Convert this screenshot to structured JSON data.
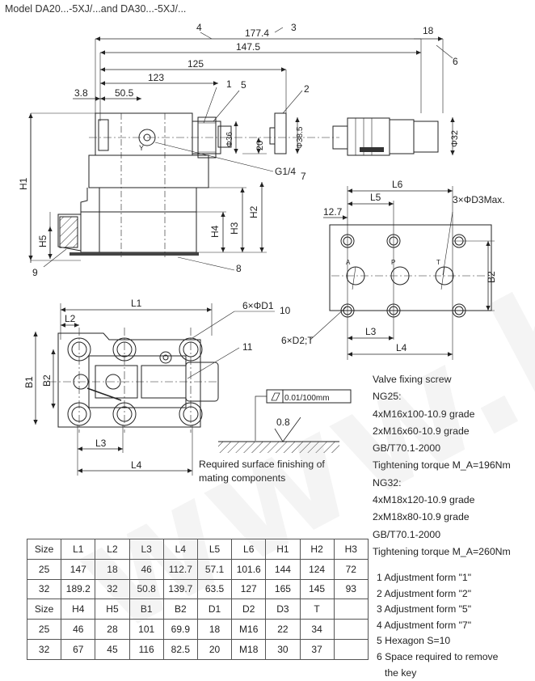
{
  "title": "Model DA20...-5XJ/...and DA30...-5XJ/...",
  "watermark": "www.hy",
  "side_view": {
    "dims": [
      "177.4",
      "147.5",
      "125",
      "123",
      "50.5",
      "3.8",
      "18",
      "20"
    ],
    "diameters": [
      "Φ36",
      "Φ38.5",
      "Φ32"
    ],
    "port_label": "Y",
    "thread": "G1/4",
    "heights": [
      "H1",
      "H2",
      "H3",
      "H4",
      "H5"
    ],
    "callouts": [
      "1",
      "2",
      "3",
      "4",
      "5",
      "6",
      "7",
      "8",
      "9"
    ]
  },
  "top_view": {
    "dims": [
      "L1",
      "L2",
      "L3",
      "L4",
      "B1",
      "B2"
    ],
    "hole_label": "6×ΦD1",
    "callouts": [
      "10",
      "11"
    ]
  },
  "surface": {
    "flatness": "0.01/100mm",
    "roughness": "0.8",
    "caption": [
      "Required surface finishing of",
      "mating components"
    ]
  },
  "pattern": {
    "dims": [
      "L6",
      "L5",
      "12.7",
      "L3",
      "L4",
      "B2"
    ],
    "hole_note": "3×ΦD3Max.",
    "thread_note": "6×D2;T",
    "port_labels": [
      "A",
      "P",
      "T"
    ]
  },
  "notes": [
    "Valve fixing screw",
    "NG25:",
    "4xM16x100-10.9 grade",
    "2xM16x60-10.9 grade",
    "GB/T70.1-2000",
    "Tightening torque M_A=196Nm",
    "NG32:",
    "4xM18x120-10.9 grade",
    "2xM18x80-10.9 grade",
    "GB/T70.1-2000",
    "Tightening torque M_A=260Nm"
  ],
  "legend": [
    "1 Adjustment form \"1\"",
    "2 Adjustment form \"2\"",
    "3 Adjustment form \"5\"",
    "4 Adjustment form \"7\"",
    "5 Hexagon S=10",
    "6 Space required to remove",
    "the key"
  ],
  "table": {
    "rows": [
      [
        "Size",
        "L1",
        "L2",
        "L3",
        "L4",
        "L5",
        "L6",
        "H1",
        "H2",
        "H3"
      ],
      [
        "25",
        "147",
        "18",
        "46",
        "112.7",
        "57.1",
        "101.6",
        "144",
        "124",
        "72"
      ],
      [
        "32",
        "189.2",
        "32",
        "50.8",
        "139.7",
        "63.5",
        "127",
        "165",
        "145",
        "93"
      ],
      [
        "Size",
        "H4",
        "H5",
        "B1",
        "B2",
        "D1",
        "D2",
        "D3",
        "T",
        ""
      ],
      [
        "25",
        "46",
        "28",
        "101",
        "69.9",
        "18",
        "M16",
        "22",
        "34",
        ""
      ],
      [
        "32",
        "67",
        "45",
        "116",
        "82.5",
        "20",
        "M18",
        "30",
        "37",
        ""
      ]
    ]
  }
}
